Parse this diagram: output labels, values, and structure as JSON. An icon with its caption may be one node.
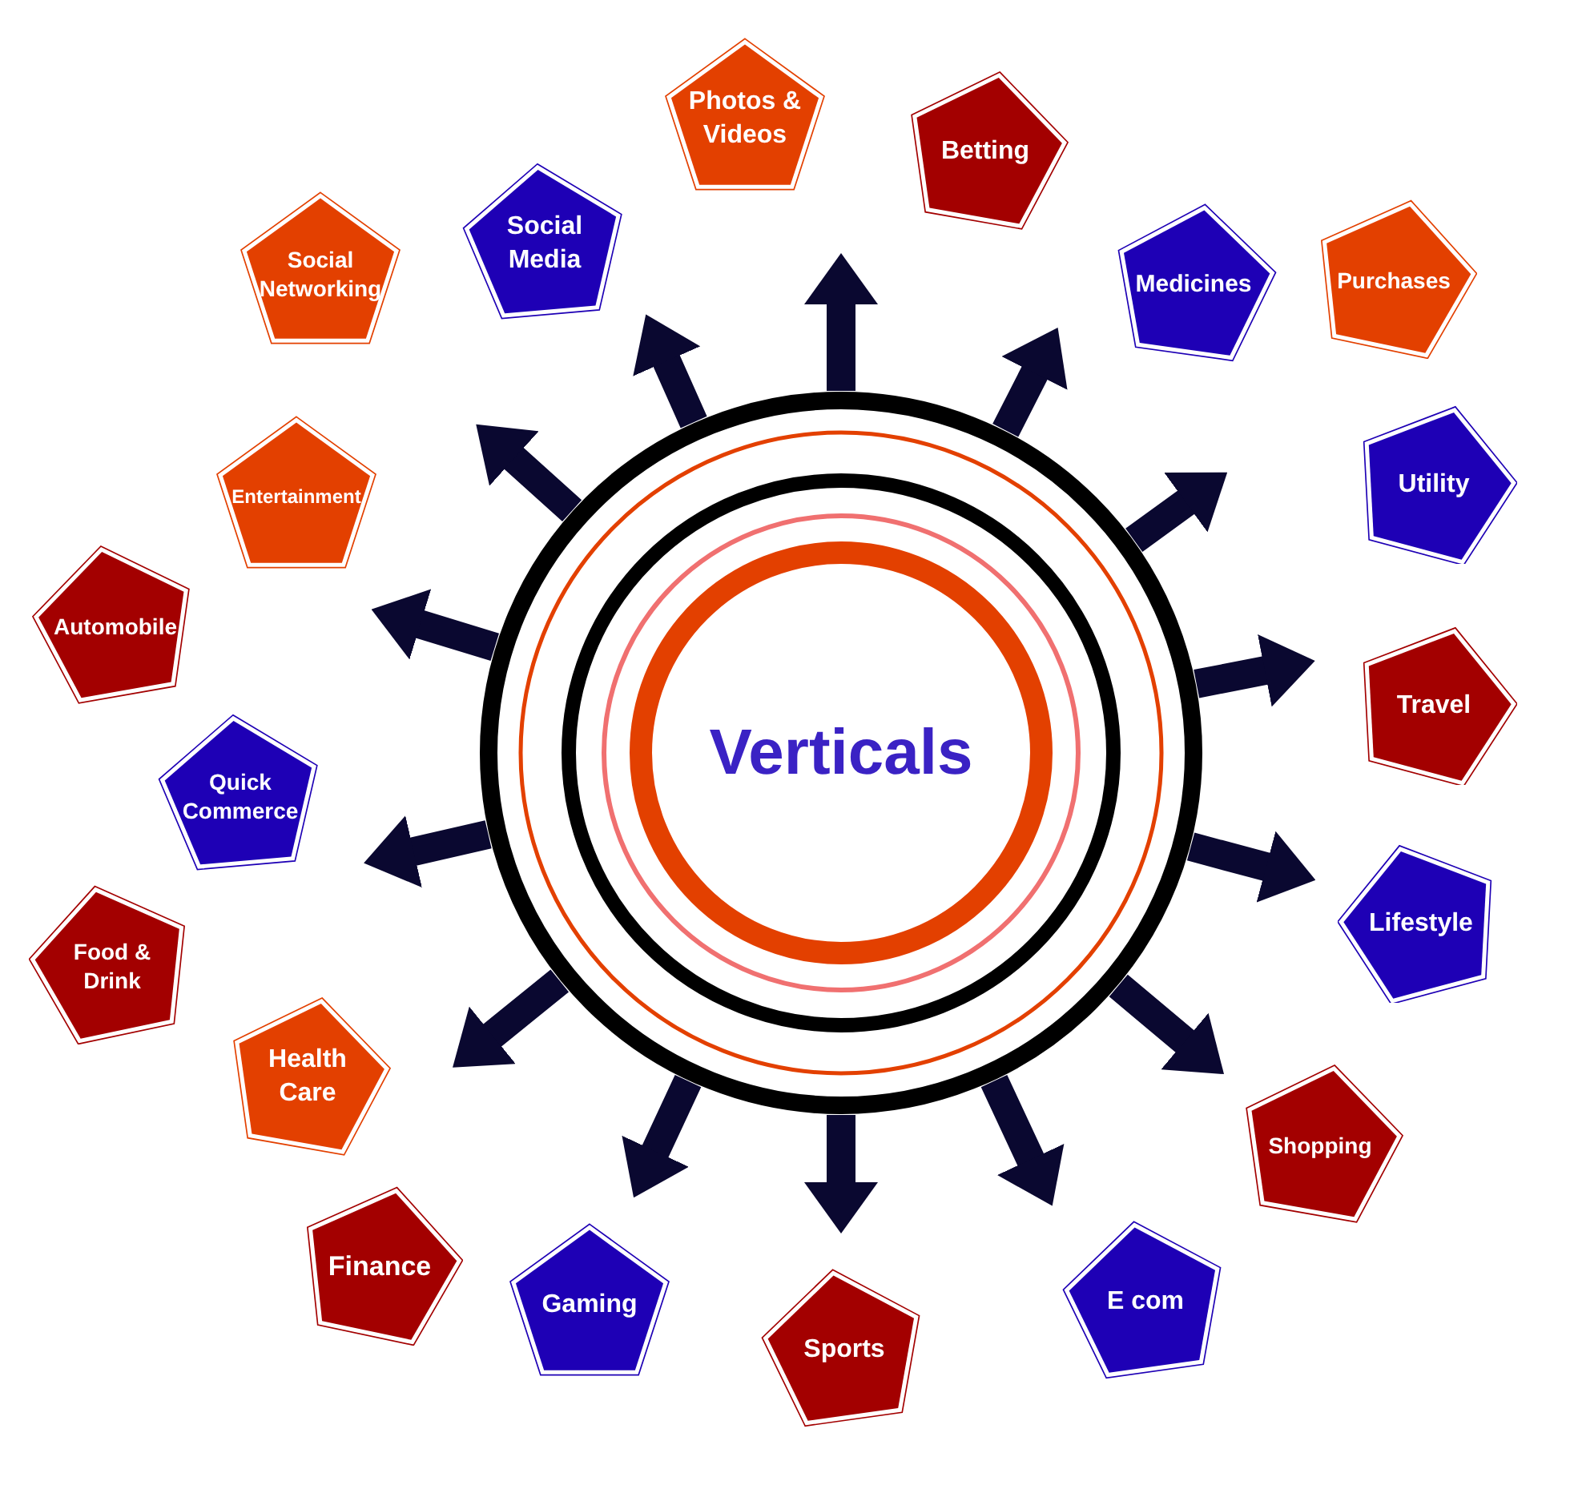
{
  "diagram": {
    "nodes": [
      {
        "text": [
          "Verticals"
        ]
      },
      {
        "text": [
          "Photos & Videos"
        ]
      },
      {
        "text": [
          "Betting"
        ]
      },
      {
        "text": [
          "Social Media"
        ]
      },
      {
        "text": [
          "Social Networking"
        ]
      },
      {
        "text": [
          "Medicines"
        ]
      },
      {
        "text": [
          "Purchases"
        ]
      },
      {
        "text": [
          "Utility"
        ]
      },
      {
        "text": [
          "Entertainment"
        ]
      },
      {
        "text": [
          "Automobile"
        ]
      },
      {
        "text": [
          "Travel"
        ]
      },
      {
        "text": [
          "Quick Commerce"
        ]
      },
      {
        "text": [
          "Lifestyle"
        ]
      },
      {
        "text": [
          "Food & Drink"
        ]
      },
      {
        "text": [
          "Health Care"
        ]
      },
      {
        "text": [
          "Shopping"
        ]
      },
      {
        "text": [
          "Finance"
        ]
      },
      {
        "text": [
          "Gaming"
        ]
      },
      {
        "text": [
          "E com"
        ]
      },
      {
        "text": [
          "Sports"
        ]
      }
    ],
    "edges": [
      {
        "from": 0,
        "to": 1,
        "arrow": "to"
      },
      {
        "from": 0,
        "to": 5,
        "arrow": "to"
      },
      {
        "from": 0,
        "to": 5,
        "arrow": "to"
      },
      {
        "from": 0,
        "to": 10,
        "arrow": "to"
      },
      {
        "from": 0,
        "to": 12,
        "arrow": "to"
      },
      {
        "from": 0,
        "to": 15,
        "arrow": "to"
      },
      {
        "from": 0,
        "to": 18,
        "arrow": "to"
      },
      {
        "from": 0,
        "to": 19,
        "arrow": "to"
      },
      {
        "from": 0,
        "to": 17,
        "arrow": "to"
      },
      {
        "from": 0,
        "to": 14,
        "arrow": "to"
      },
      {
        "from": 0,
        "to": 11,
        "arrow": "to"
      },
      {
        "from": 0,
        "to": 8,
        "arrow": "to"
      },
      {
        "from": 0,
        "to": 8,
        "arrow": "to"
      },
      {
        "from": 0,
        "to": 3,
        "arrow": "to"
      }
    ]
  }
}
